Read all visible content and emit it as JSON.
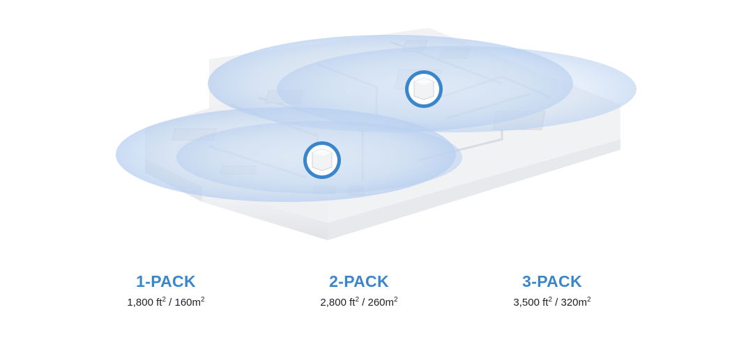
{
  "colors": {
    "accent": "#3a86cc",
    "coverage": "#c9dcf2",
    "floor": "#f3f4f6",
    "wall": "#e6e8eb"
  },
  "icons": {
    "node": "mesh-node-icon"
  },
  "packs": [
    {
      "title": "1-PACK",
      "ft_value": "1,800 ft",
      "sup1": "2",
      "m_value": " / 160m",
      "sup2": "2"
    },
    {
      "title": "2-PACK",
      "ft_value": "2,800 ft",
      "sup1": "2",
      "m_value": " / 260m",
      "sup2": "2"
    },
    {
      "title": "3-PACK",
      "ft_value": "3,500 ft",
      "sup1": "2",
      "m_value": " / 320m",
      "sup2": "2"
    }
  ]
}
